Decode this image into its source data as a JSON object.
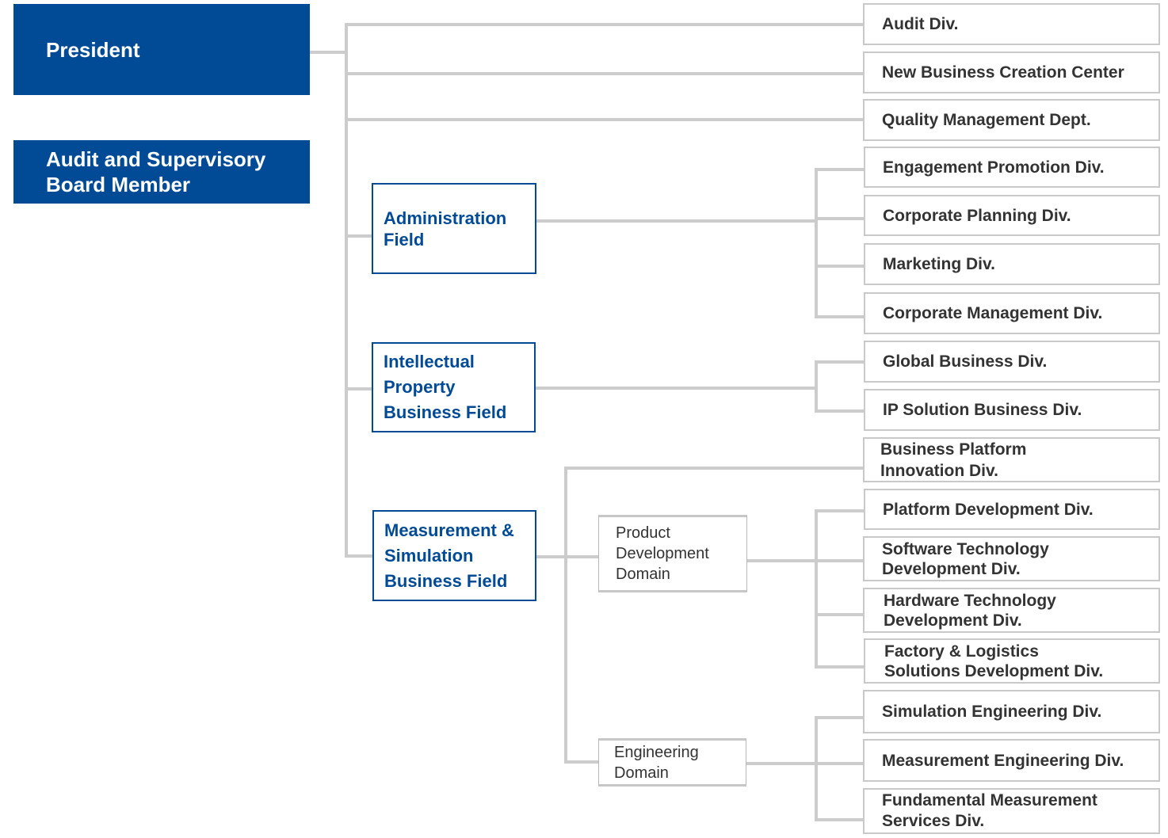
{
  "colors": {
    "accent": "#004a96",
    "connector": "#cccccc",
    "division_border": "#c9c9c9",
    "text": "#333333"
  },
  "executives": {
    "president": "President",
    "audit_board": "Audit and Supervisory\nBoard Member"
  },
  "fields": {
    "administration": "Administration\nField",
    "ip_business": "Intellectual\nProperty\nBusiness Field",
    "measurement_simulation": "Measurement &\nSimulation\nBusiness Field"
  },
  "domains": {
    "product_development": "Product\nDevelopment\nDomain",
    "engineering": "Engineering\nDomain"
  },
  "divisions": [
    {
      "key": "audit_div",
      "label": "Audit Div."
    },
    {
      "key": "new_business_creation_center",
      "label": "New Business Creation Center"
    },
    {
      "key": "quality_management_dept",
      "label": "Quality Management Dept."
    },
    {
      "key": "engagement_promotion_div",
      "label": "Engagement Promotion Div."
    },
    {
      "key": "corporate_planning_div",
      "label": "Corporate Planning Div."
    },
    {
      "key": "marketing_div",
      "label": "Marketing Div."
    },
    {
      "key": "corporate_management_div",
      "label": "Corporate Management Div."
    },
    {
      "key": "global_business_div",
      "label": "Global Business Div."
    },
    {
      "key": "ip_solution_business_div",
      "label": "IP Solution Business Div."
    },
    {
      "key": "business_platform_innovation_div",
      "label": "Business Platform\nInnovation Div."
    },
    {
      "key": "platform_development_div",
      "label": "Platform Development Div."
    },
    {
      "key": "software_technology_development_div",
      "label": "Software Technology\nDevelopment Div."
    },
    {
      "key": "hardware_technology_development_div",
      "label": "Hardware Technology\nDevelopment Div."
    },
    {
      "key": "factory_logistics_solutions_development_div",
      "label": "Factory & Logistics\nSolutions Development Div."
    },
    {
      "key": "simulation_engineering_div",
      "label": "Simulation Engineering Div."
    },
    {
      "key": "measurement_engineering_div",
      "label": "Measurement Engineering Div."
    },
    {
      "key": "fundamental_measurement_services_div",
      "label": "Fundamental Measurement\nServices Div."
    }
  ]
}
